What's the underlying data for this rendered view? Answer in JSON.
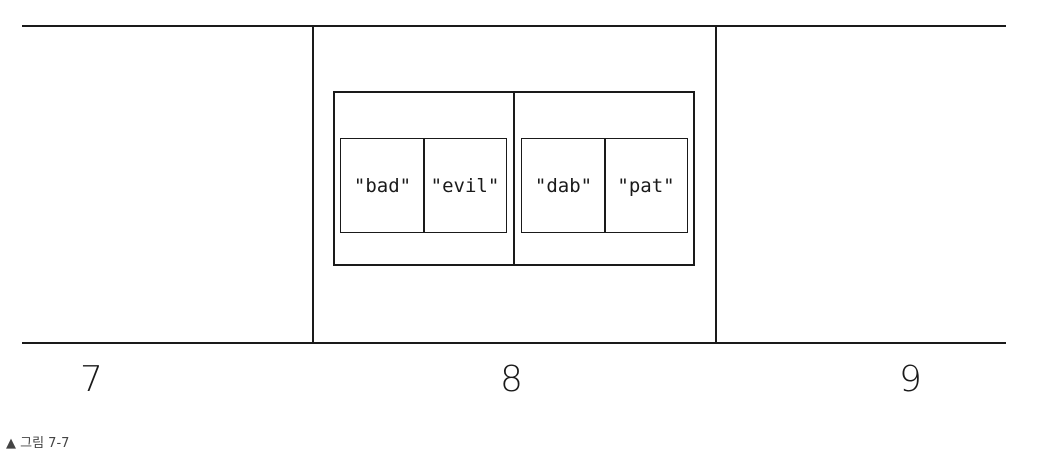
{
  "slots": [
    {
      "index_label": "7"
    },
    {
      "index_label": "8"
    },
    {
      "index_label": "9"
    }
  ],
  "bucket_8": {
    "entries": [
      [
        "\"bad\"",
        "\"evil\""
      ],
      [
        "\"dab\"",
        "\"pat\""
      ]
    ]
  },
  "caption": "▲ 그림 7-7"
}
